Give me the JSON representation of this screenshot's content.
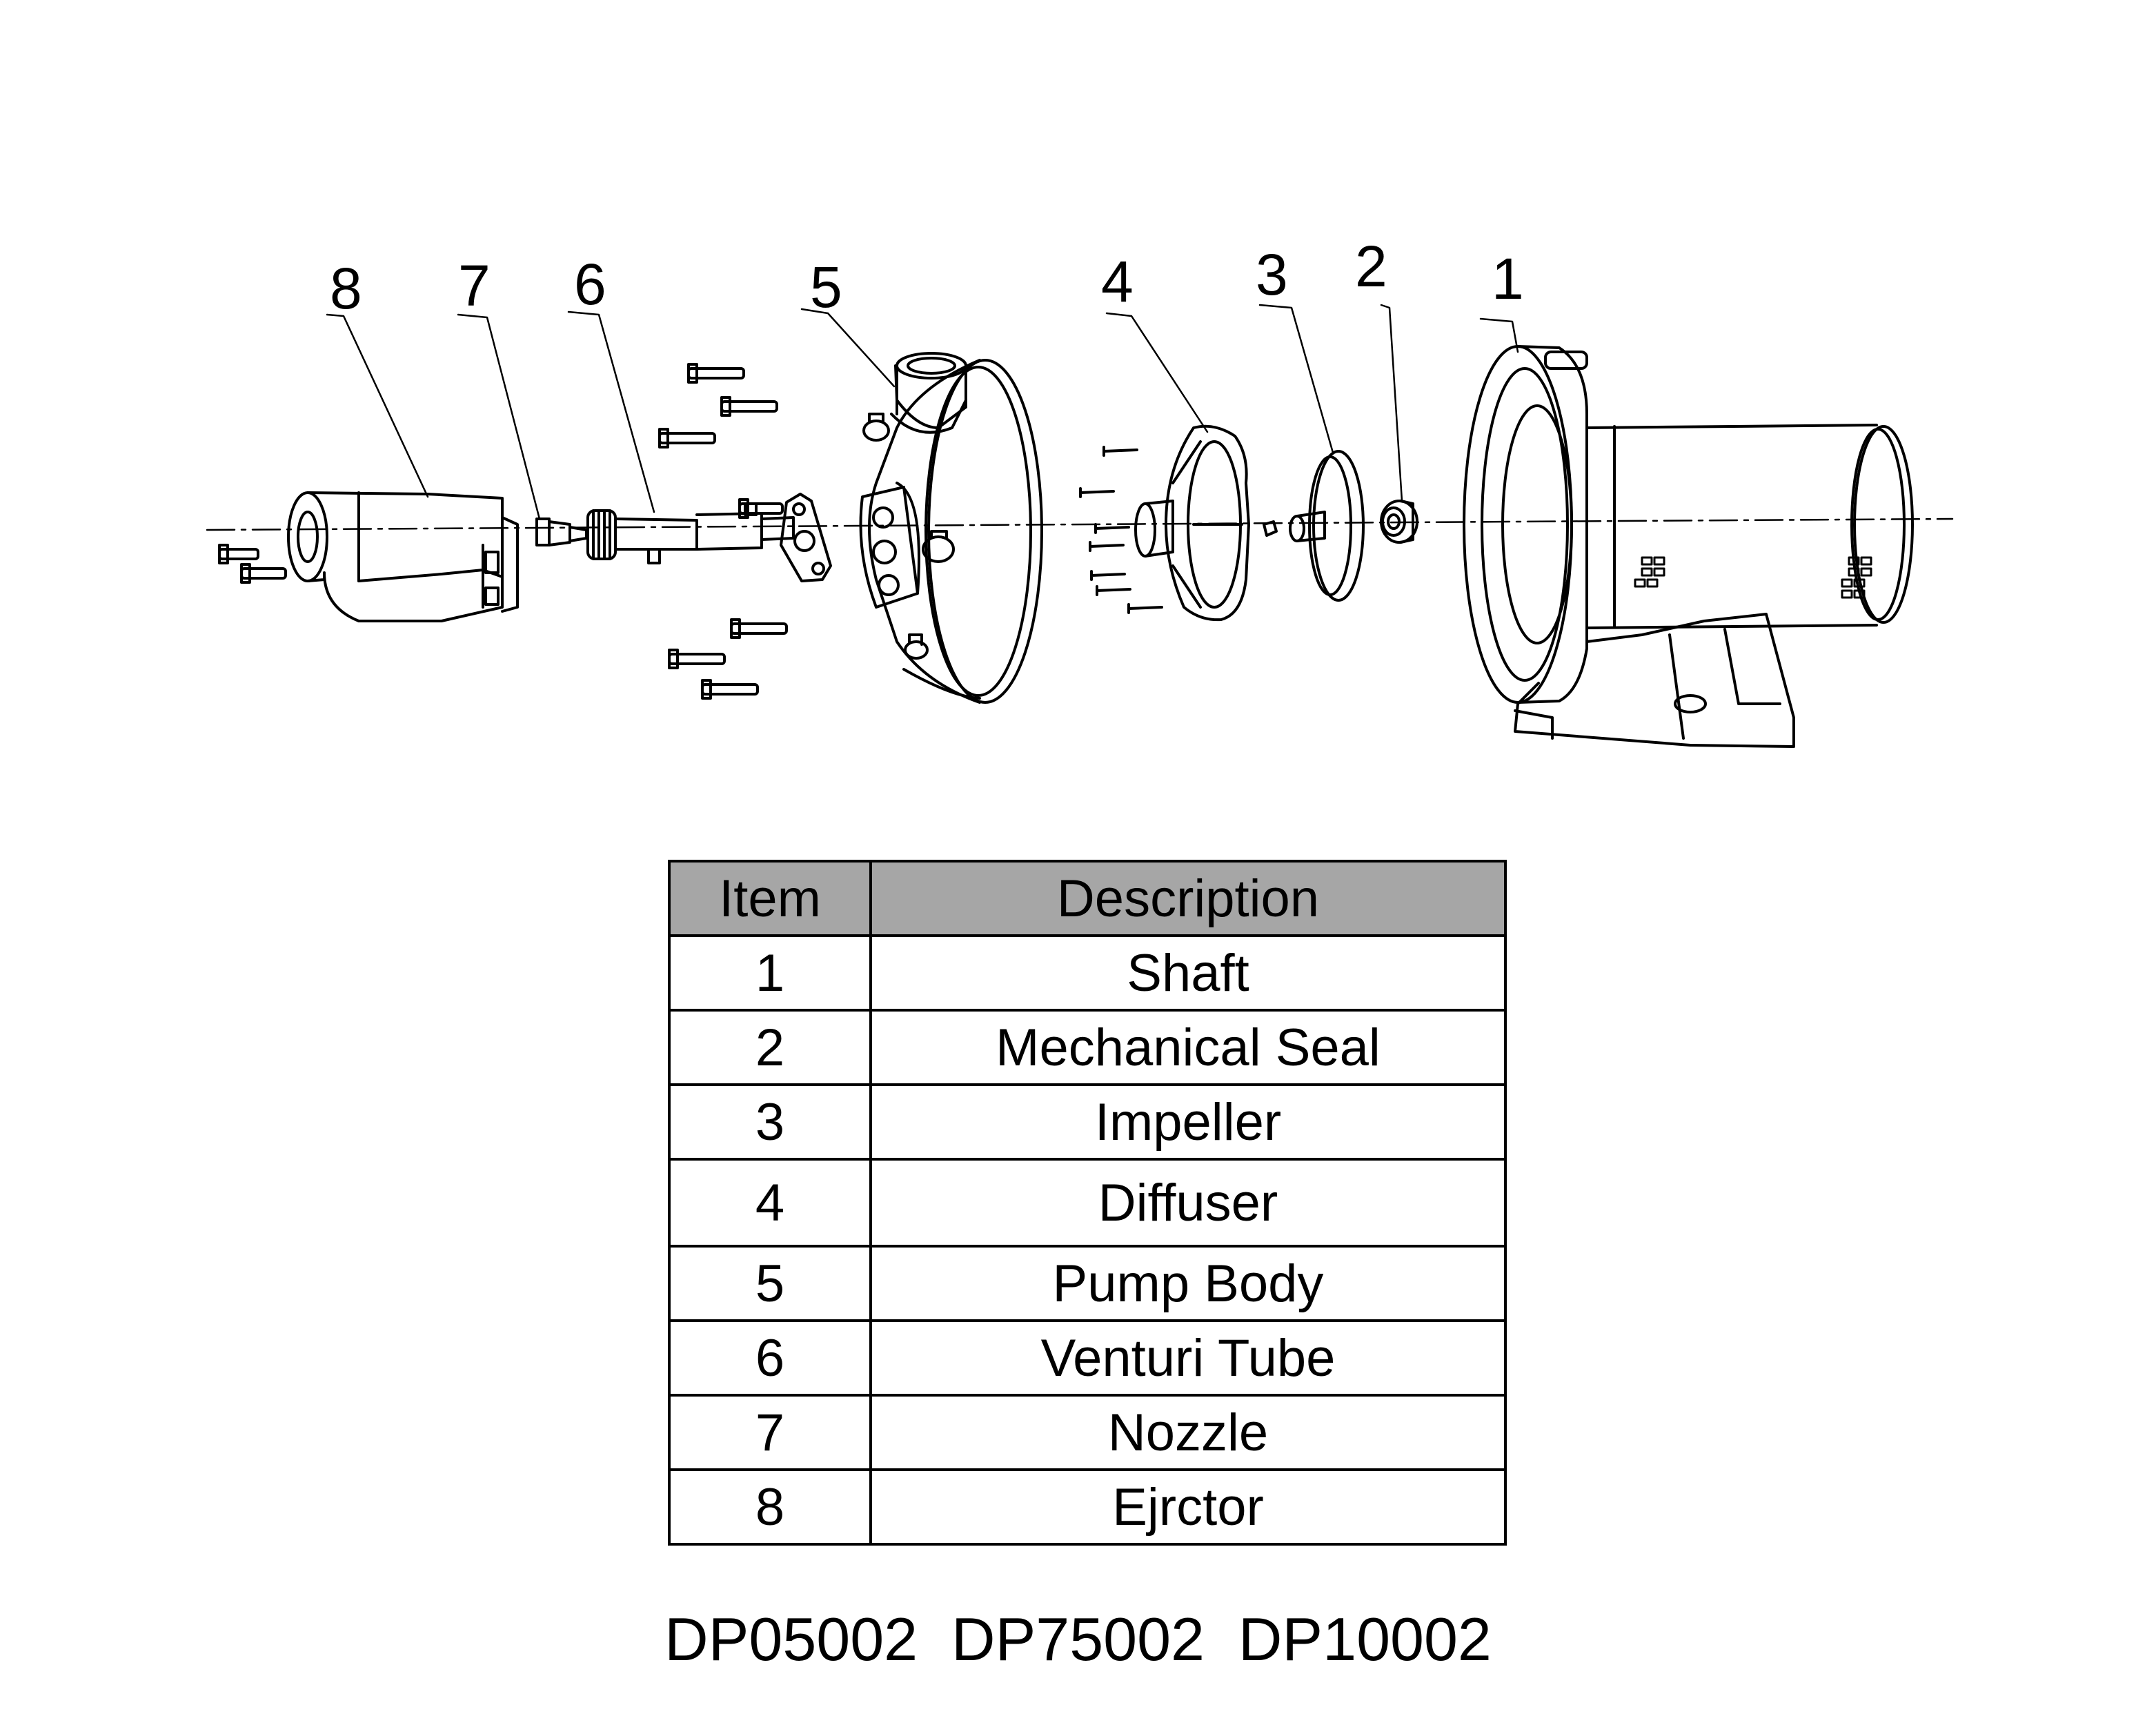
{
  "callouts": [
    {
      "label": "8"
    },
    {
      "label": "7"
    },
    {
      "label": "6"
    },
    {
      "label": "5"
    },
    {
      "label": "4"
    },
    {
      "label": "3"
    },
    {
      "label": "2"
    },
    {
      "label": "1"
    }
  ],
  "table": {
    "headers": {
      "item": "Item",
      "description": "Description"
    },
    "rows": [
      {
        "item": "1",
        "description": "Shaft"
      },
      {
        "item": "2",
        "description": "Mechanical Seal"
      },
      {
        "item": "3",
        "description": "Impeller"
      },
      {
        "item": "4",
        "description": "Diffuser"
      },
      {
        "item": "5",
        "description": "Pump Body"
      },
      {
        "item": "6",
        "description": "Venturi Tube"
      },
      {
        "item": "7",
        "description": "Nozzle"
      },
      {
        "item": "8",
        "description": "Ejrctor"
      }
    ]
  },
  "models": "DP05002  DP75002  DP10002"
}
